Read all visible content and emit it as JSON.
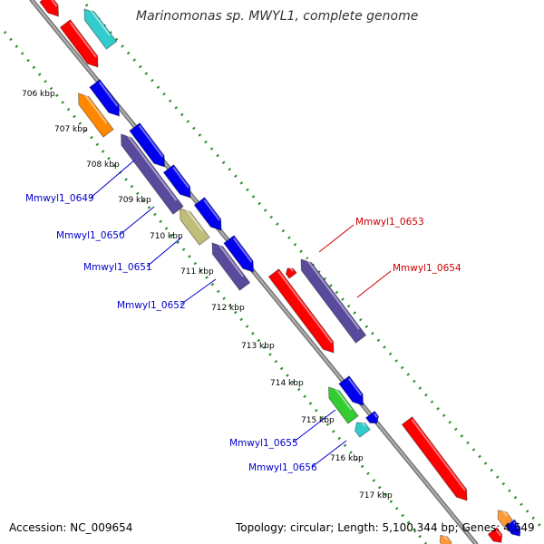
{
  "title": "Marinomonas sp. MWYL1, complete genome",
  "footer": {
    "accession": "Accession: NC_009654",
    "summary": "Topology: circular; Length: 5,100,344 bp; Genes: 4,549"
  },
  "colors": {
    "backbone": "#888888",
    "tick_dots": "#2e8b2e",
    "label_forward": "#cc0000",
    "label_reverse": "#0000cc",
    "red": "#ff0000",
    "cyan": "#33cccc",
    "blue": "#0000ee",
    "orange": "#ff8800",
    "purple": "#5a4a9c",
    "khaki": "#c0bc7a",
    "green": "#33cc33"
  },
  "ticks": [
    {
      "label": "706 kbp"
    },
    {
      "label": "707 kbp"
    },
    {
      "label": "708 kbp"
    },
    {
      "label": "709 kbp"
    },
    {
      "label": "710 kbp"
    },
    {
      "label": "711 kbp"
    },
    {
      "label": "712 kbp"
    },
    {
      "label": "713 kbp"
    },
    {
      "label": "714 kbp"
    },
    {
      "label": "715 kbp"
    },
    {
      "label": "716 kbp"
    },
    {
      "label": "717 kbp"
    }
  ],
  "gene_labels": [
    {
      "name": "Mmwyl1_0649",
      "strand": "reverse"
    },
    {
      "name": "Mmwyl1_0650",
      "strand": "reverse"
    },
    {
      "name": "Mmwyl1_0651",
      "strand": "reverse"
    },
    {
      "name": "Mmwyl1_0652",
      "strand": "reverse"
    },
    {
      "name": "Mmwyl1_0653",
      "strand": "forward"
    },
    {
      "name": "Mmwyl1_0654",
      "strand": "forward"
    },
    {
      "name": "Mmwyl1_0655",
      "strand": "reverse"
    },
    {
      "name": "Mmwyl1_0656",
      "strand": "reverse"
    }
  ]
}
